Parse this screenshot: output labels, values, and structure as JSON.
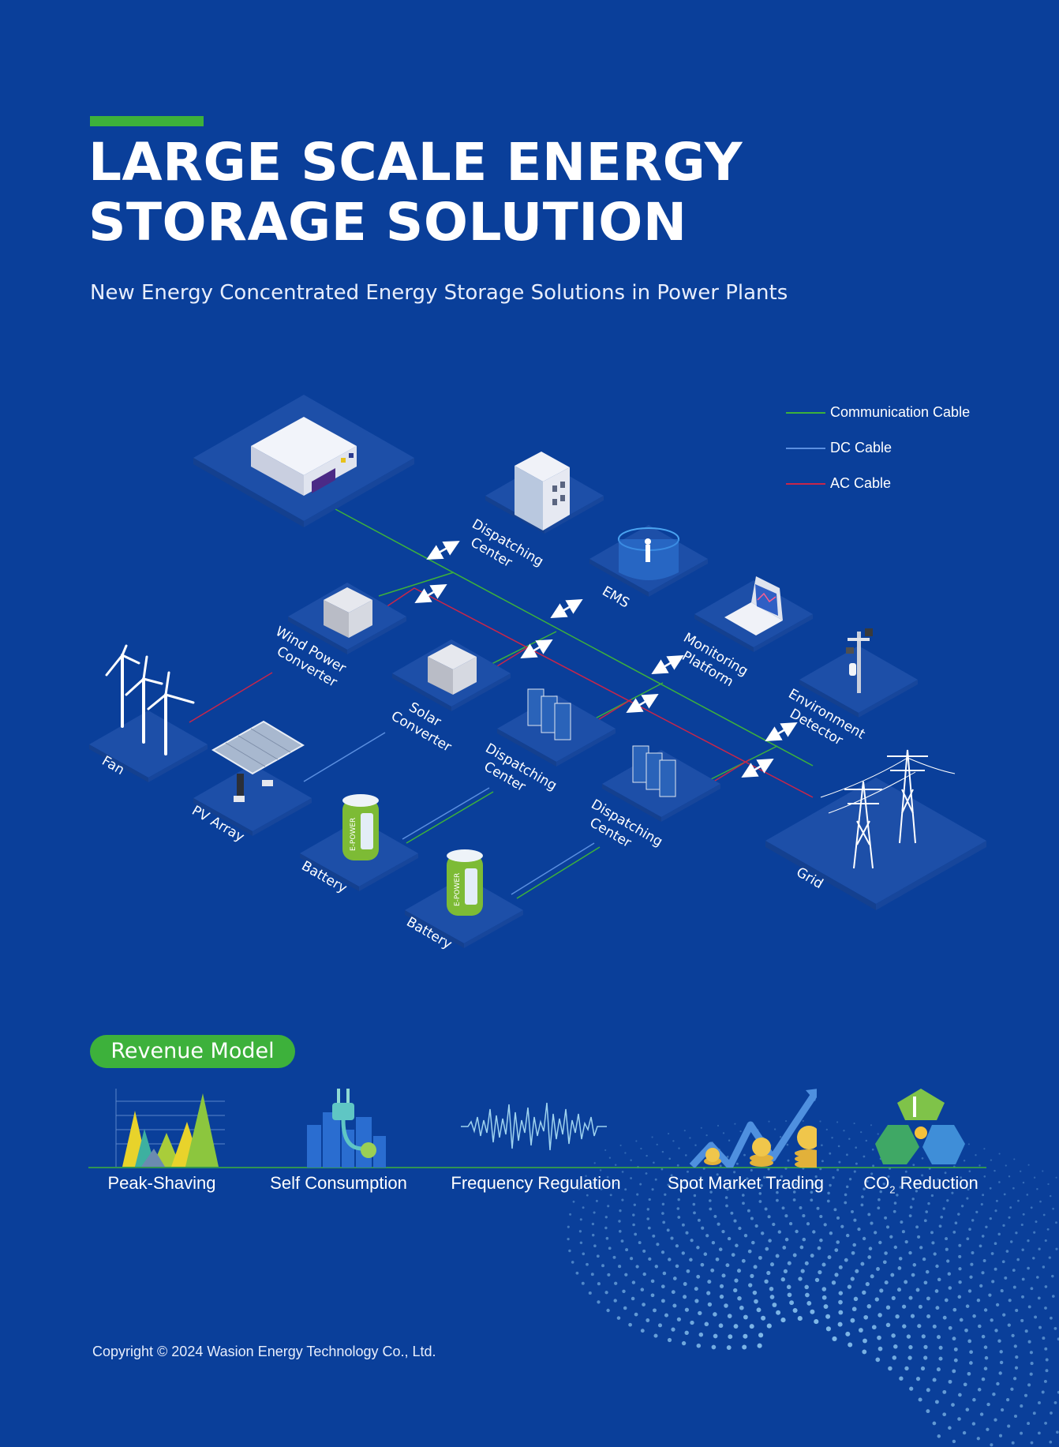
{
  "header": {
    "title_line1": "LARGE SCALE ENERGY",
    "title_line2": "STORAGE SOLUTION",
    "subtitle": "New Energy Concentrated Energy Storage Solutions in Power Plants"
  },
  "legend": [
    {
      "label": "Communication Cable",
      "color": "#3db13b"
    },
    {
      "label": "DC Cable",
      "color": "#5b8fe0"
    },
    {
      "label": "AC Cable",
      "color": "#c8264a"
    }
  ],
  "nodes": {
    "dispatching_center_top": [
      "Dispatching",
      "Center"
    ],
    "ems": [
      "EMS"
    ],
    "monitoring_platform": [
      "Monitoring",
      "Platform"
    ],
    "environment_detector": [
      "Environment",
      "Detector"
    ],
    "wind_power_converter": [
      "Wind Power",
      "Converter"
    ],
    "solar_converter": [
      "Solar",
      "Converter"
    ],
    "dispatching_center_mid": [
      "Dispatching",
      "Center"
    ],
    "dispatching_center_low": [
      "Dispatching",
      "Center"
    ],
    "fan": [
      "Fan"
    ],
    "pv_array": [
      "PV Array"
    ],
    "battery_1": [
      "Battery"
    ],
    "battery_2": [
      "Battery"
    ],
    "grid": [
      "Grid"
    ],
    "battery_brand": "E-POWER"
  },
  "revenue": {
    "heading": "Revenue Model",
    "items": [
      {
        "label": "Peak-Shaving",
        "icon": "peak-chart-icon"
      },
      {
        "label": "Self Consumption",
        "icon": "city-plug-icon"
      },
      {
        "label": "Frequency Regulation",
        "icon": "waveform-icon"
      },
      {
        "label": "Spot Market Trading",
        "icon": "coins-arrow-icon"
      },
      {
        "label": "CO",
        "label_sub": "2",
        "label_after": " Reduction",
        "icon": "recycle-earth-icon"
      }
    ]
  },
  "footer": {
    "copyright": "Copyright © 2024 Wasion Energy Technology Co., Ltd."
  },
  "colors": {
    "background": "#0a3f9a",
    "tile": "#1d4fa8",
    "accent_green": "#3db13b"
  }
}
